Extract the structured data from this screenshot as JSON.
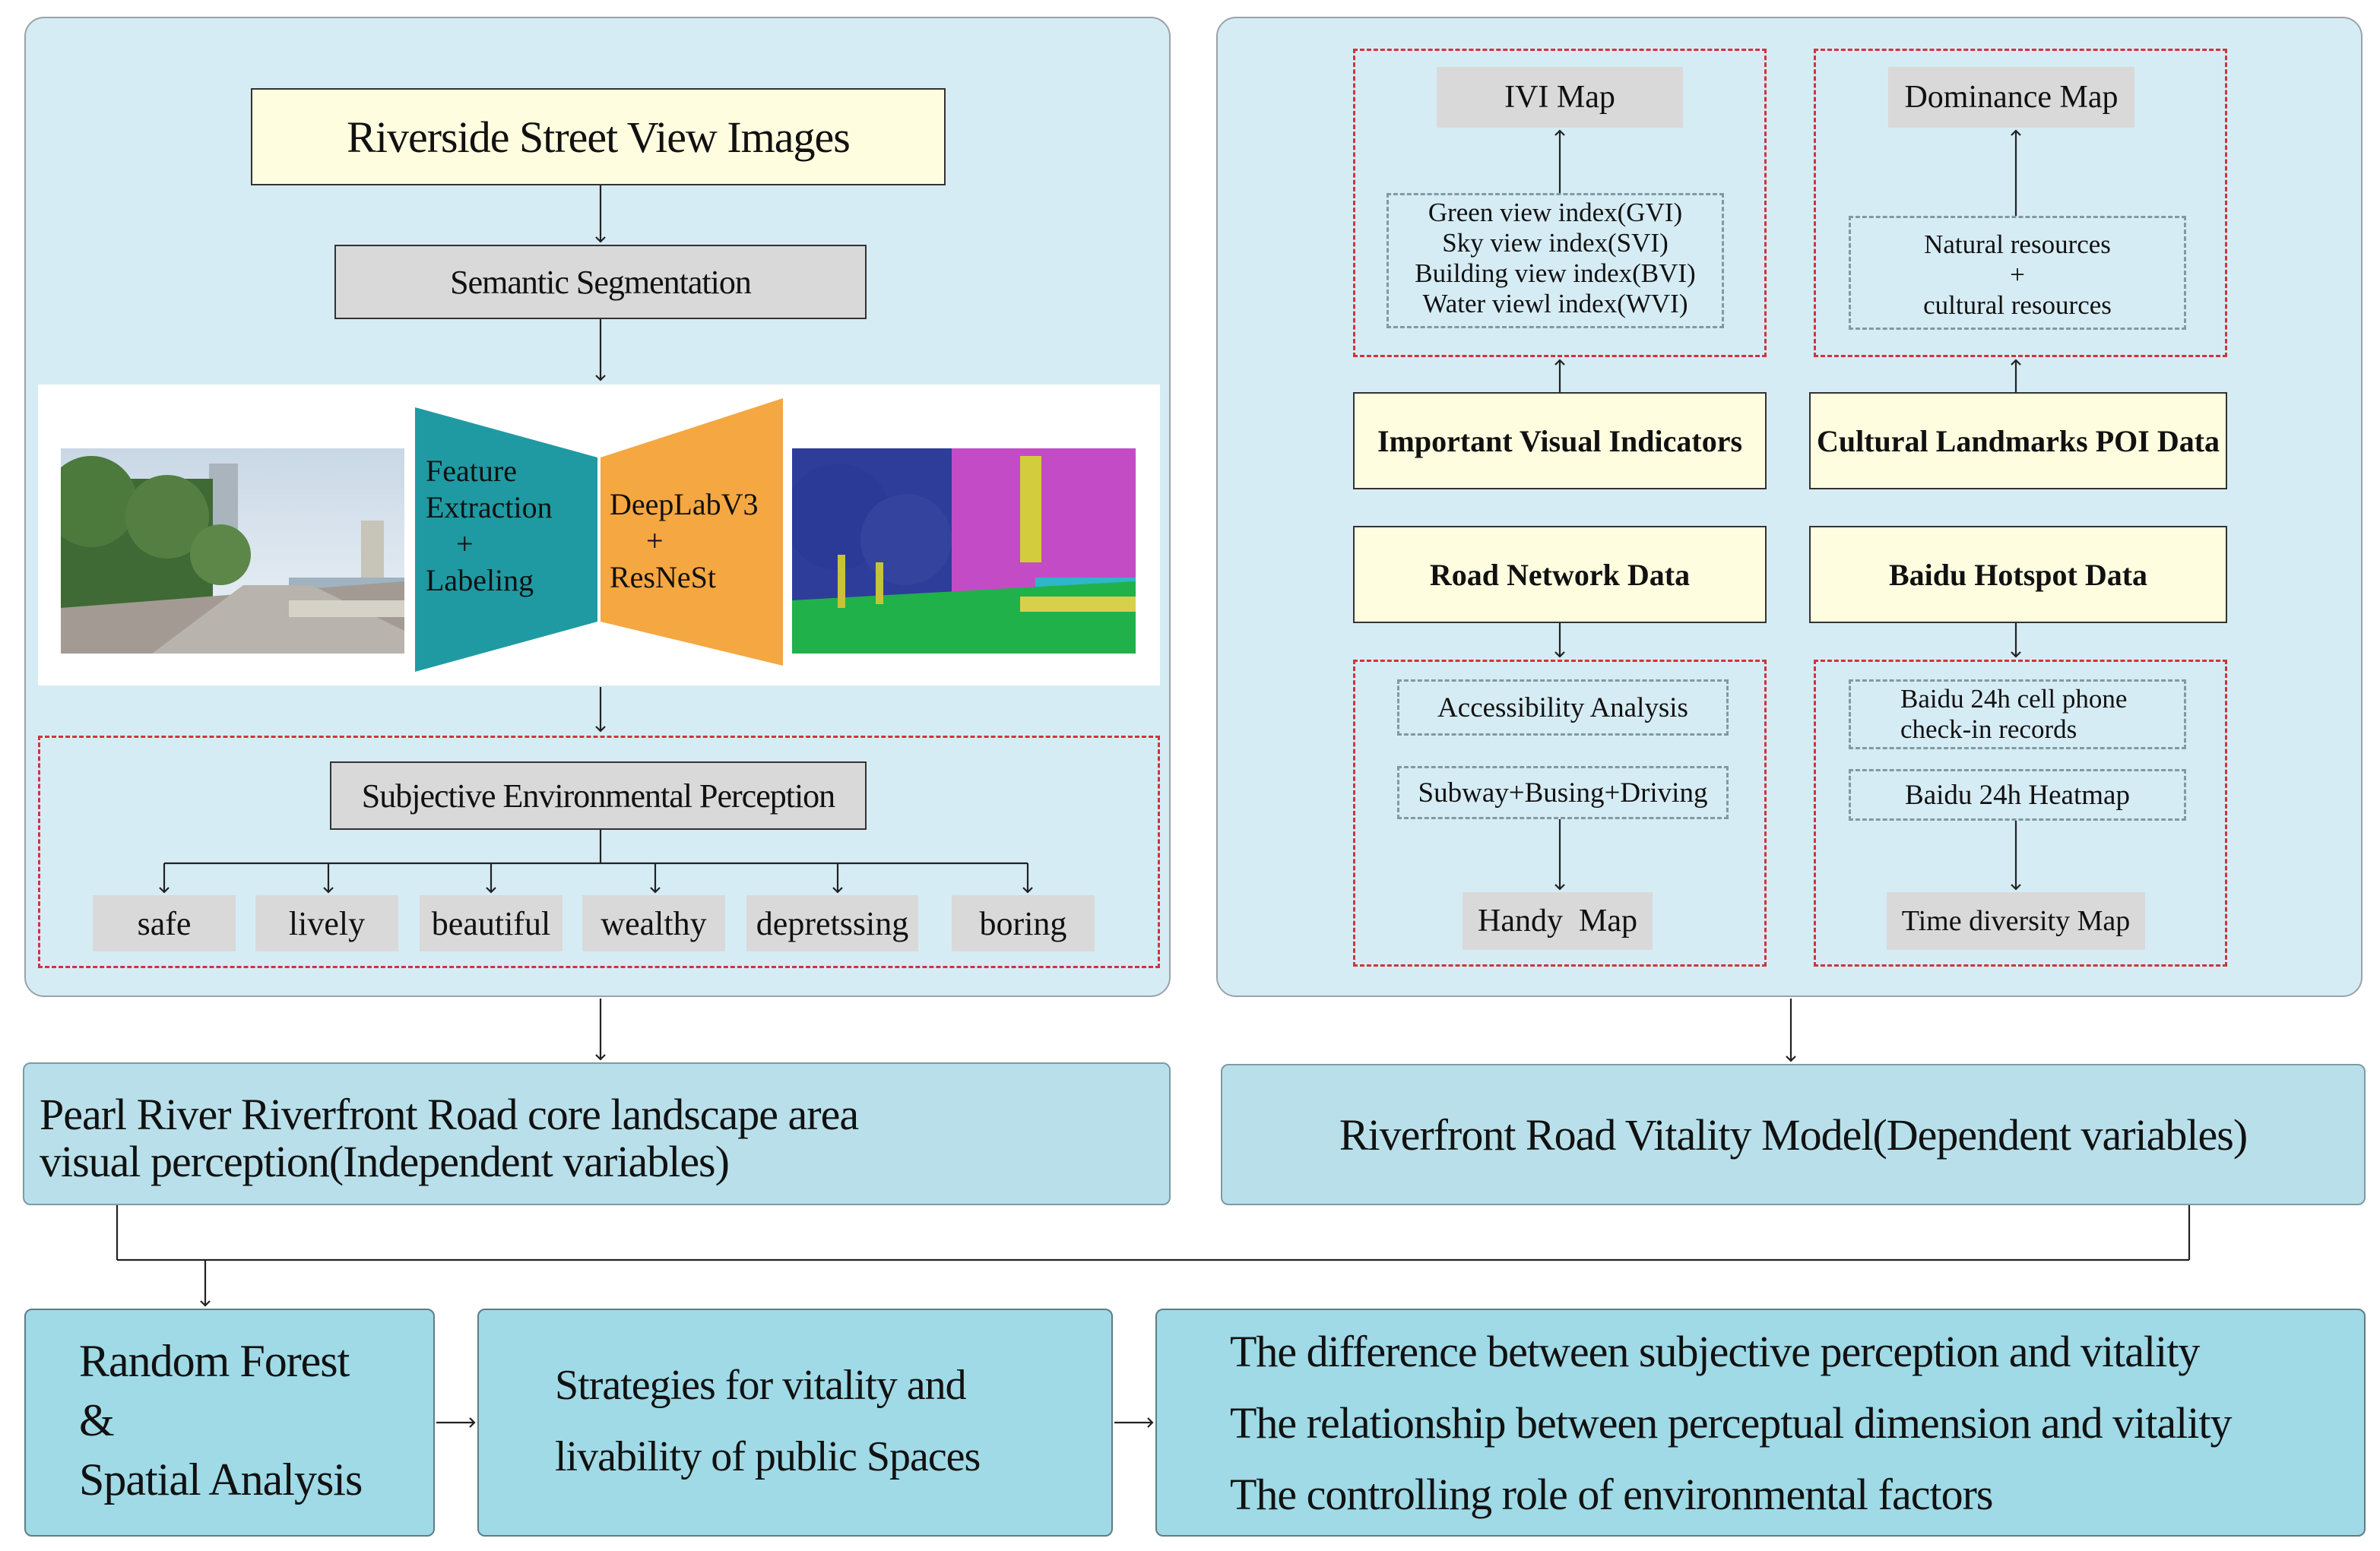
{
  "left": {
    "title": "Riverside Street View Images",
    "segmentation": "Semantic Segmentation",
    "feature": [
      "Feature",
      "Extraction",
      "+",
      "Labeling"
    ],
    "model": [
      "DeepLabV3",
      "+",
      "ResNeSt"
    ],
    "perception_title": "Subjective Environmental Perception",
    "perceptions": [
      "safe",
      "lively",
      "beautiful",
      "wealthy",
      "depretssing",
      "boring"
    ]
  },
  "right": {
    "ivi_map": "IVI Map",
    "indices": [
      "Green view index(GVI)",
      "Sky view index(SVI)",
      "Building view index(BVI)",
      "Water viewl index(WVI)"
    ],
    "visual_indicators": "Important Visual Indicators",
    "dominance_map": "Dominance Map",
    "resources": [
      "Natural resources",
      "+",
      "cultural resources"
    ],
    "landmarks": "Cultural Landmarks POI Data",
    "road_network": "Road Network Data",
    "accessibility": "Accessibility Analysis",
    "modes": "Subway+Busing+Driving",
    "handy_map": "Handy  Map",
    "hotspot": "Baidu Hotspot Data",
    "checkin": [
      "Baidu 24h cell phone",
      "check-in records"
    ],
    "heatmap": "Baidu 24h Heatmap",
    "time_map": "Time diversity Map"
  },
  "middle": {
    "independent": [
      "Pearl River Riverfront Road core landscape area",
      "visual perception(Independent variables)"
    ],
    "dependent": "Riverfront Road Vitality Model(Dependent variables)"
  },
  "bottom": {
    "random_forest": [
      "Random Forest",
      "&",
      "Spatial Analysis"
    ],
    "strategies": [
      "Strategies for vitality and",
      "livability of public Spaces"
    ],
    "outcomes": [
      "The difference between subjective perception and vitality",
      "The relationship between perceptual dimension and vitality",
      "The controlling role of environmental factors"
    ]
  },
  "colors": {
    "panel": "#d6ecf5",
    "yellow_box": "#fffde0",
    "grey_box": "#d9d9d9",
    "teal_box": "#9fdae6",
    "teal_funnel": "#1f9aa3",
    "orange_funnel": "#f5a742",
    "dashed_red": "#d0343a"
  },
  "images": [
    "riverside-street-photo",
    "segmented-street-image"
  ]
}
